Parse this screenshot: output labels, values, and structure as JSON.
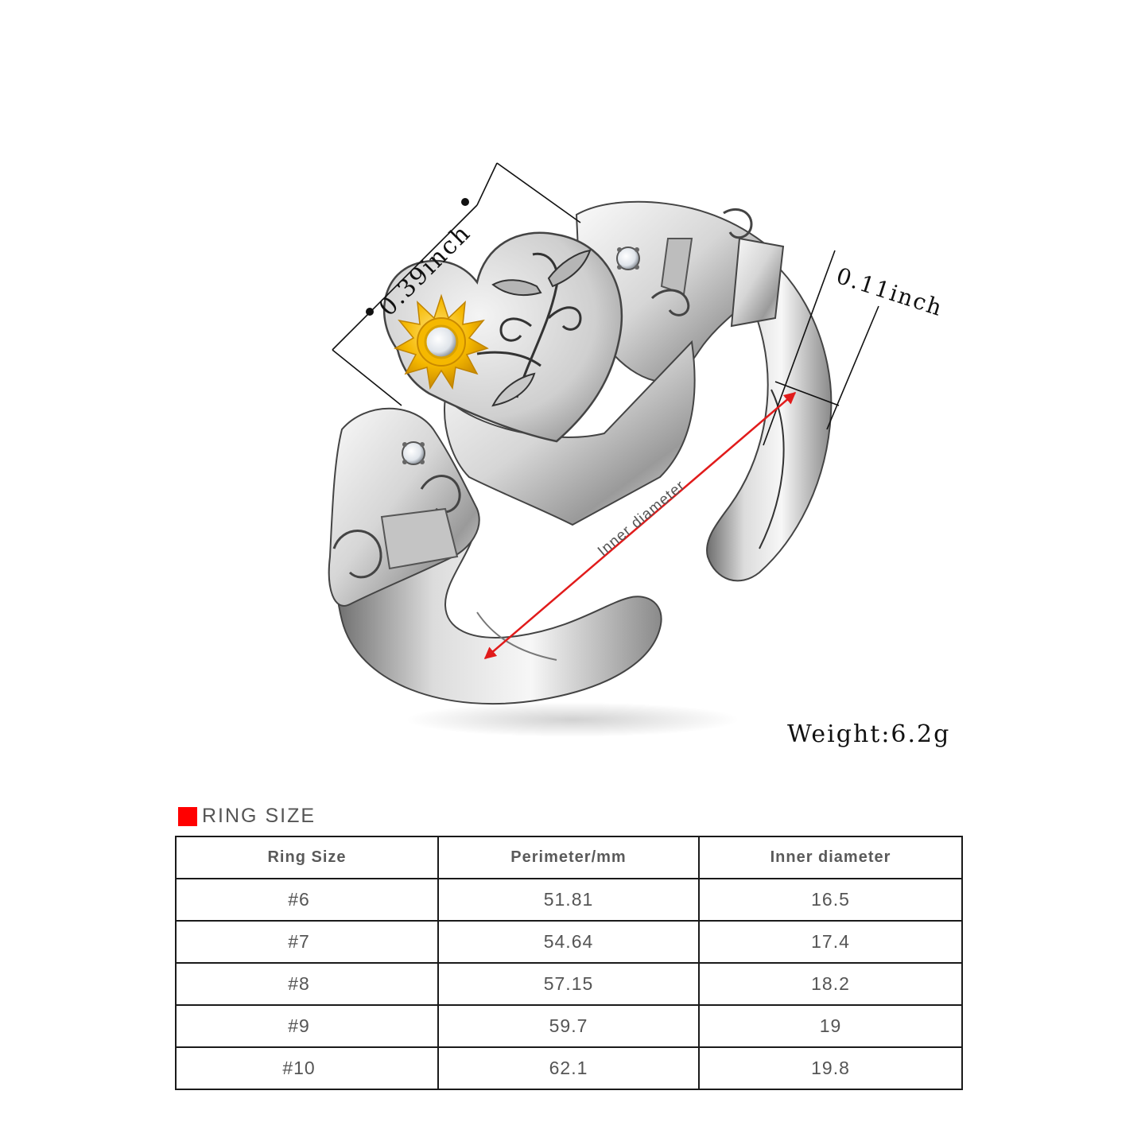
{
  "product": {
    "dimensions": {
      "width_label": "0.39inch",
      "thickness_label": "0.11inch",
      "inner_diameter_label": "Inner diameter"
    },
    "weight_label": "Weight:6.2g"
  },
  "size_section": {
    "title": "RING SIZE",
    "marker_color": "#ff0000",
    "headers": [
      "Ring Size",
      "Perimeter/mm",
      "Inner diameter"
    ],
    "rows": [
      {
        "size": "#6",
        "perimeter": "51.81",
        "inner_diameter": "16.5"
      },
      {
        "size": "#7",
        "perimeter": "54.64",
        "inner_diameter": "17.4"
      },
      {
        "size": "#8",
        "perimeter": "57.15",
        "inner_diameter": "18.2"
      },
      {
        "size": "#9",
        "perimeter": "59.7",
        "inner_diameter": "19"
      },
      {
        "size": "#10",
        "perimeter": "62.1",
        "inner_diameter": "19.8"
      }
    ]
  },
  "colors": {
    "silver_light": "#f2f2f2",
    "silver_mid": "#bdbdbd",
    "silver_dark": "#5a5a5a",
    "gold": "#f2b705",
    "arrow_red": "#e11b1b"
  }
}
